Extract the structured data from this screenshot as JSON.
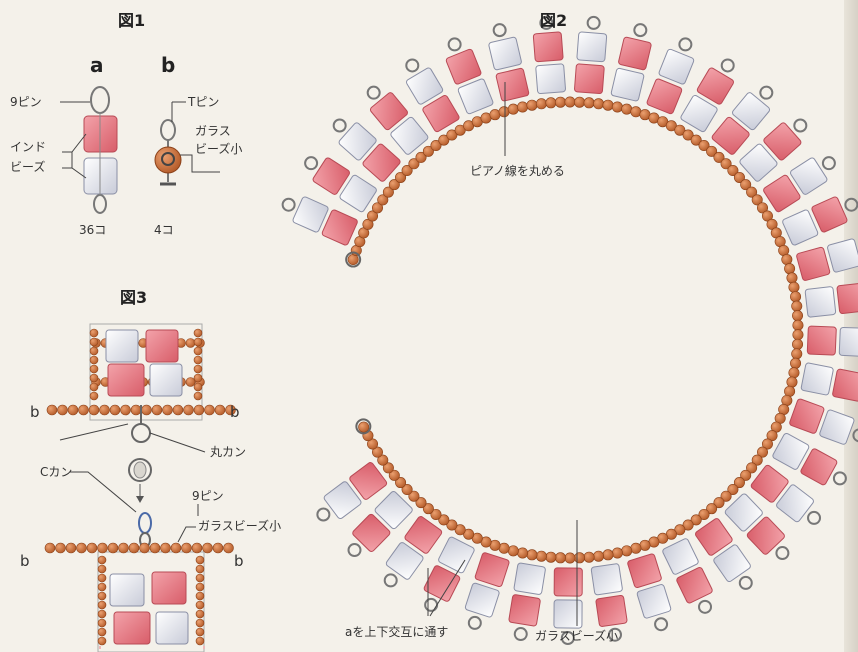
{
  "fig1": {
    "title": "図1",
    "label_a": "a",
    "label_b": "b",
    "nine_pin": "9ピン",
    "t_pin": "Tピン",
    "india_beads_1": "インド",
    "india_beads_2": "ビーズ",
    "glass_beads_small_1": "ガラス",
    "glass_beads_small_2": "ビーズ小",
    "count_a": "36コ",
    "count_b": "4コ"
  },
  "fig2": {
    "title": "図2",
    "piano_wire": "ピアノ線を丸める",
    "alternate": "aを上下交互に通す",
    "glass_beads_small": "ガラスビーズ小"
  },
  "fig3": {
    "title": "図3",
    "b_left_top": "b",
    "b_right_top": "b",
    "maru_kan": "丸カン",
    "c_kan": "Cカン",
    "nine_pin": "9ピン",
    "glass_beads_small": "ガラスビーズ小",
    "b_left_bottom": "b",
    "b_right_bottom": "b"
  },
  "colors": {
    "pink_bead": "#e8808a",
    "white_bead": "#e6e8f0",
    "seed_bead": "#c8703a",
    "wire": "#777777"
  }
}
